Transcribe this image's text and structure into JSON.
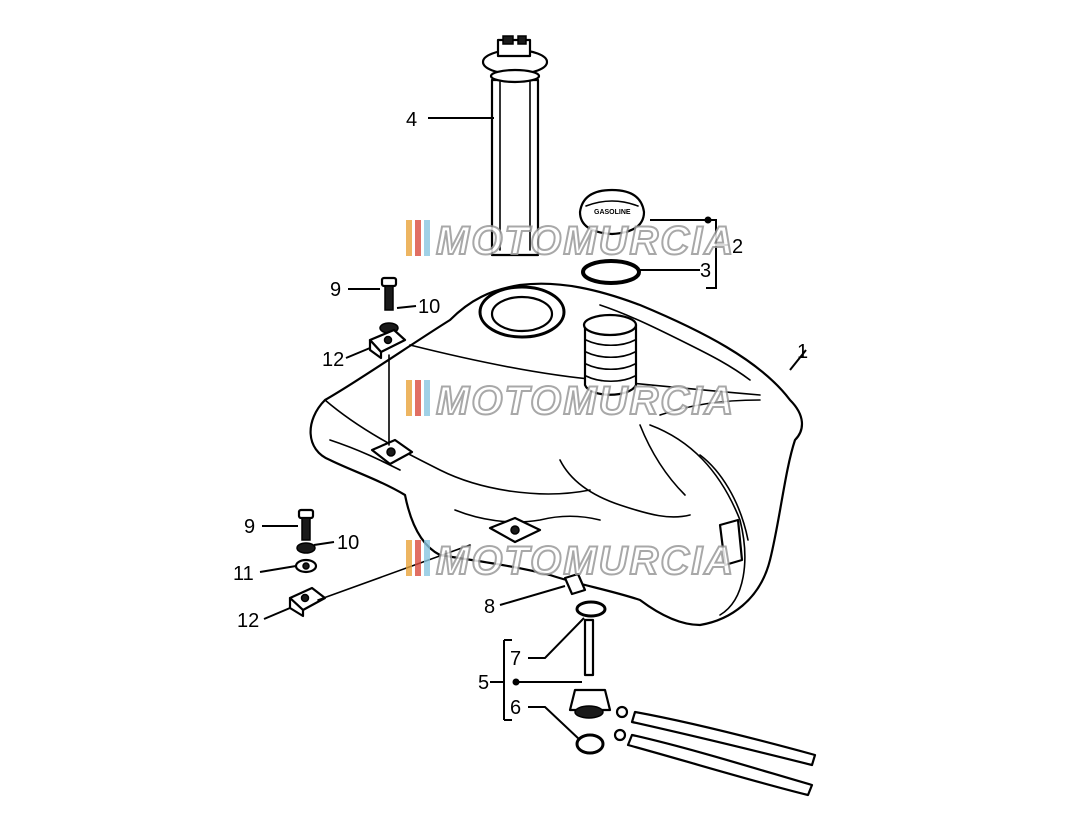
{
  "diagram": {
    "callouts": [
      {
        "id": "c1",
        "label": "1"
      },
      {
        "id": "c2",
        "label": "2"
      },
      {
        "id": "c3",
        "label": "3"
      },
      {
        "id": "c4",
        "label": "4"
      },
      {
        "id": "c5",
        "label": "5"
      },
      {
        "id": "c6",
        "label": "6"
      },
      {
        "id": "c7",
        "label": "7"
      },
      {
        "id": "c8",
        "label": "8"
      },
      {
        "id": "c9a",
        "label": "9"
      },
      {
        "id": "c10a",
        "label": "10"
      },
      {
        "id": "c12a",
        "label": "12"
      },
      {
        "id": "c9b",
        "label": "9"
      },
      {
        "id": "c10b",
        "label": "10"
      },
      {
        "id": "c11",
        "label": "11"
      },
      {
        "id": "c12b",
        "label": "12"
      }
    ],
    "fuel_cap_text": "GASOLINE"
  },
  "watermark": {
    "text": "MOTOMURCIA",
    "stripe_colors": [
      "#e8a33a",
      "#d94b3c",
      "#8ac6e0"
    ]
  }
}
